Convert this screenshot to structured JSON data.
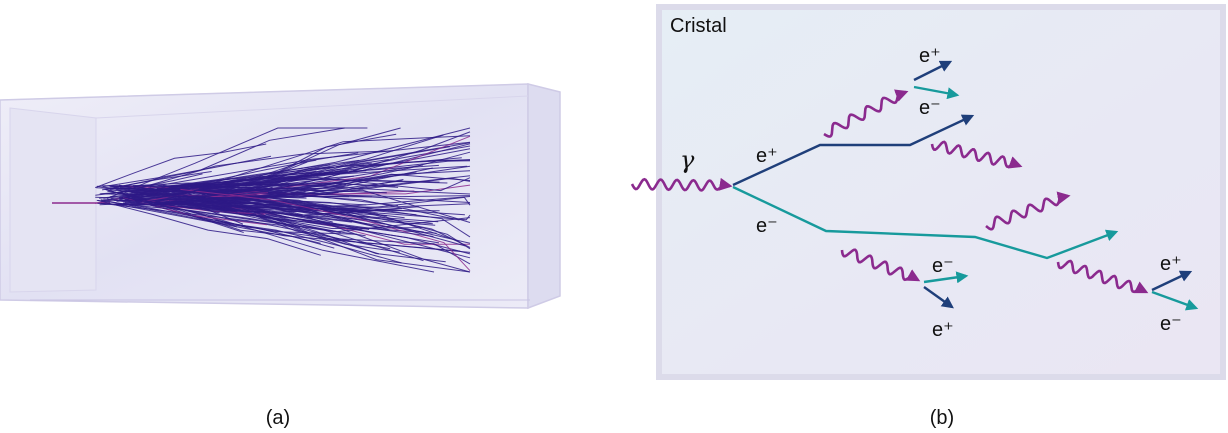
{
  "panels": {
    "a": {
      "caption": "(a)"
    },
    "b": {
      "caption": "(b)",
      "crystal_label": "Cristal",
      "gamma_label": "γ",
      "particles": {
        "e_plus_upper": "e⁺",
        "e_minus_lower": "e⁻",
        "top_pair_positron": "e⁺",
        "top_pair_electron": "e⁻",
        "mid_pair_electron": "e⁻",
        "mid_pair_positron": "e⁺",
        "right_pair_positron": "e⁺",
        "right_pair_electron": "e⁻"
      }
    }
  },
  "colors": {
    "photon": "#8b2a8e",
    "positron": "#1f3f7a",
    "electron": "#179a9c",
    "track": "#2e1a86",
    "box_face": "#e4e3f5",
    "box_edge": "#cfcbe6"
  },
  "icons": {
    "photon_wave": "wavy-arrow",
    "particle_track": "straight-arrow"
  }
}
